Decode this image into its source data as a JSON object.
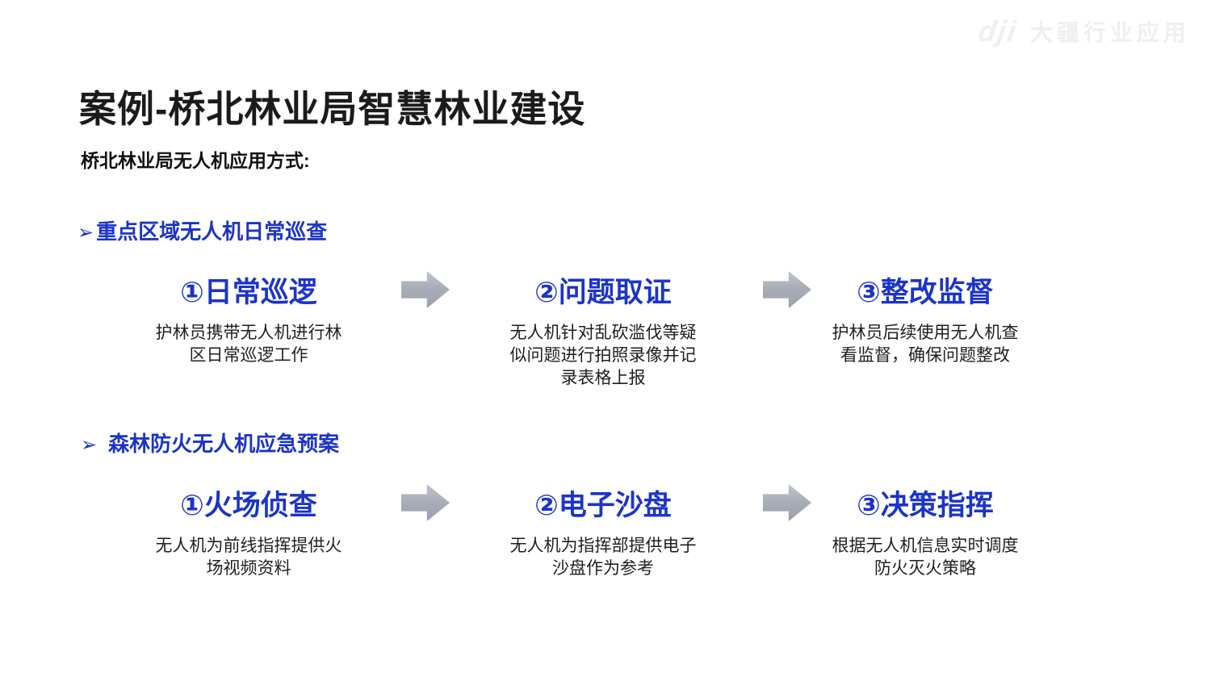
{
  "watermark": {
    "logo": "dji",
    "text": "大疆行业应用"
  },
  "title": "案例-桥北林业局智慧林业建设",
  "subtitle": "桥北林业局无人机应用方式:",
  "colors": {
    "accent_blue": "#1c34c8",
    "arrow_gray": "#a9aeb9",
    "title_black": "#1b1b1b",
    "watermark_gray": "#efeff1",
    "background": "#ffffff"
  },
  "sections": [
    {
      "bullet": "➢",
      "heading": "重点区域无人机日常巡查",
      "steps": [
        {
          "title": "①日常巡逻",
          "desc": "护林员携带无人机进行林\n区日常巡逻工作"
        },
        {
          "title": "②问题取证",
          "desc": "无人机针对乱砍滥伐等疑\n似问题进行拍照录像并记\n录表格上报"
        },
        {
          "title": "③整改监督",
          "desc": "护林员后续使用无人机查\n看监督，确保问题整改"
        }
      ]
    },
    {
      "bullet": "➢",
      "heading": "森林防火无人机应急预案",
      "steps": [
        {
          "title": "①火场侦查",
          "desc": "无人机为前线指挥提供火\n场视频资料"
        },
        {
          "title": "②电子沙盘",
          "desc": "无人机为指挥部提供电子\n沙盘作为参考"
        },
        {
          "title": "③决策指挥",
          "desc": "根据无人机信息实时调度\n防火灭火策略"
        }
      ]
    }
  ]
}
